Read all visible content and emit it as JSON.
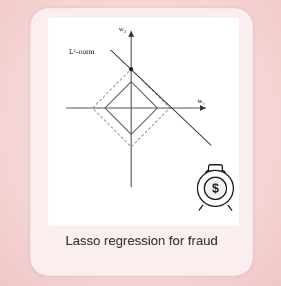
{
  "diagram": {
    "caption": "Lasso regression for fraud",
    "labels": [
      "w₂",
      "w₁",
      "L¹-norm",
      "$"
    ]
  }
}
